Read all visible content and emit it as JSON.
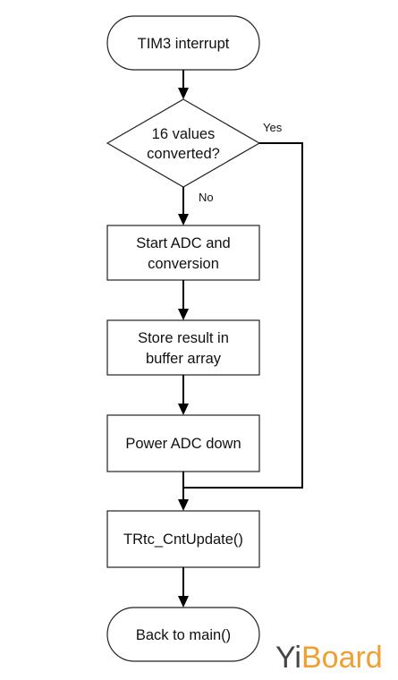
{
  "flowchart": {
    "start": {
      "label": "TIM3 interrupt"
    },
    "decision": {
      "lines": [
        "16 values",
        "converted?"
      ]
    },
    "steps": [
      {
        "lines": [
          "Start ADC and",
          "conversion"
        ]
      },
      {
        "lines": [
          "Store result in",
          "buffer array"
        ]
      },
      {
        "lines": [
          "Power ADC down"
        ]
      },
      {
        "lines": [
          "TRtc_CntUpdate()"
        ]
      }
    ],
    "end": {
      "label": "Back to main()"
    },
    "edge_labels": {
      "yes": "Yes",
      "no": "No"
    }
  },
  "watermark": {
    "prefix": "Yi",
    "suffix": "Board",
    "prefix_color": "#444444",
    "suffix_color": "#f0a030"
  },
  "colors": {
    "line": "#000000",
    "box_border": "#222222",
    "background": "#ffffff"
  }
}
